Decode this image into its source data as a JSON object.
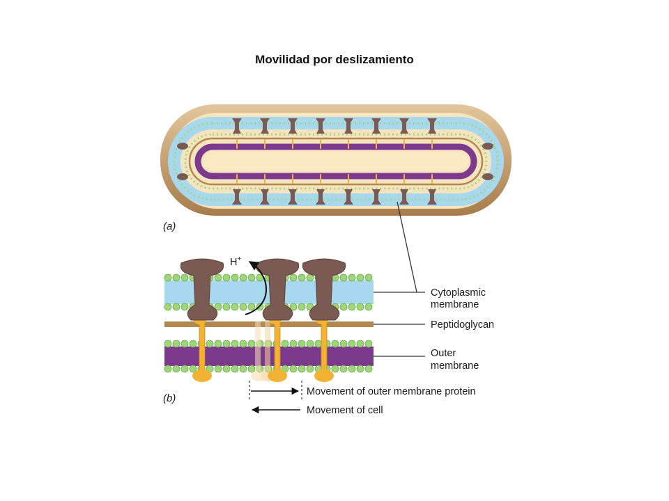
{
  "slide": {
    "title": "Movilidad por deslizamiento"
  },
  "figure": {
    "panel_a": "(a)",
    "panel_b": "(b)",
    "proton_label": "H",
    "proton_charge": "+",
    "labels": {
      "cytoplasmic_line1": "Cytoplasmic",
      "cytoplasmic_line2": "membrane",
      "peptidoglycan": "Peptidoglycan",
      "outer_line1": "Outer",
      "outer_line2": "membrane",
      "movement_protein": "Movement of outer membrane protein",
      "movement_cell": "Movement of cell"
    }
  },
  "colors": {
    "cytoplasmic_fill": "#a8d8ee",
    "outer_membrane_fill": "#7c3a8c",
    "peptidoglycan": "#b08850",
    "lipid_head": "#9fd67a",
    "motor_protein": "#7a5a52",
    "adhesin": "#f2b233",
    "cell_wall": "#c8a478",
    "cytoplasm": "#fbe9c4"
  }
}
